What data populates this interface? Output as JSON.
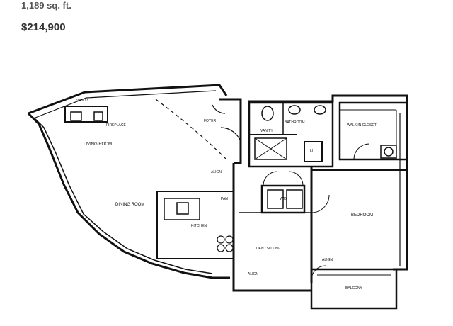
{
  "header": {
    "sqft": "1,189 sq. ft.",
    "price": "$214,900"
  },
  "rooms": {
    "living": "LIVING ROOM",
    "fireplace": "FIREPLACE",
    "vanity_top": "VANITY",
    "dining": "DINING ROOM",
    "kitchen": "KITCHEN",
    "pan": "PAN",
    "foyer": "FOYER",
    "bathroom": "BATHROOM",
    "vanity_bath": "VANITY",
    "walkin": "WALK IN CLOSET",
    "lh": "LH",
    "wd": "W/D",
    "bedroom": "BEDROOM",
    "den": "DEN / SITTING",
    "balcony": "BALCONY",
    "align_top": "ALIGN",
    "align_bottom": "ALIGN",
    "align_right": "ALIGN"
  }
}
